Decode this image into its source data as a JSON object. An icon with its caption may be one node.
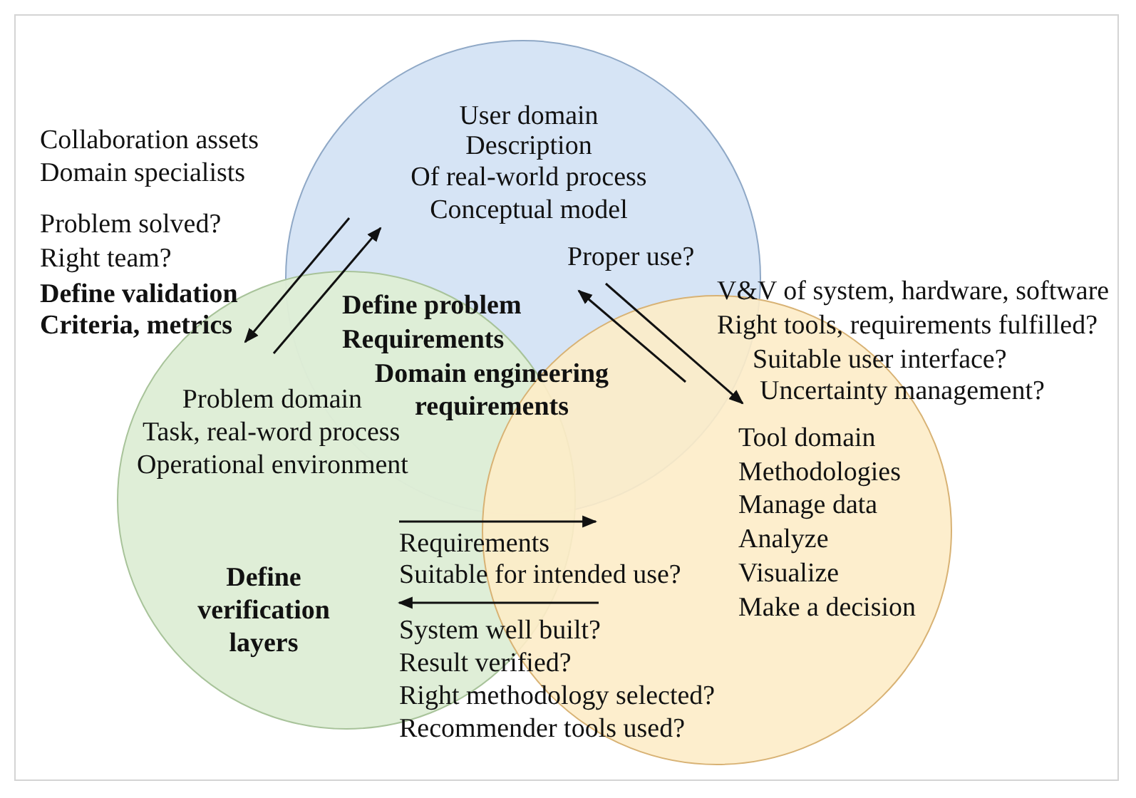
{
  "diagram": {
    "nodes": [
      {
        "text": [
          "User domain",
          "Description",
          "Of real-world process",
          "Conceptual model"
        ]
      },
      {
        "text": [
          "Problem domain",
          "Task, real-word process",
          "Operational environment"
        ]
      },
      {
        "text": [
          "Tool domain",
          "Methodologies",
          "Manage data",
          "Analyze",
          "Visualize",
          "Make a decision"
        ]
      }
    ],
    "edges": [
      {
        "from": 0,
        "to": 1,
        "arrow": "to"
      },
      {
        "from": 1,
        "to": 0,
        "arrow": "to"
      },
      {
        "from": 2,
        "to": 0,
        "arrow": "to"
      },
      {
        "from": 0,
        "to": 2,
        "arrow": "to"
      },
      {
        "from": 1,
        "to": 2,
        "arrow": "to"
      },
      {
        "from": 2,
        "to": 1,
        "arrow": "to"
      }
    ],
    "labels": [
      "Collaboration assets",
      "Domain specialists",
      "Problem solved?",
      "Right team?",
      "Define validation",
      "Criteria, metrics",
      "Proper use?",
      "Define problem",
      "Requirements",
      "Domain engineering requirements",
      "V&V of system, hardware, software",
      "Right tools, requirements fulfilled?",
      "Suitable user interface?",
      "Uncertainty management?",
      "Requirements",
      "Suitable for intended use?",
      "Define verification layers",
      "System well built?",
      "Result verified?",
      "Right methodology selected?",
      "Recommender tools used?"
    ]
  }
}
